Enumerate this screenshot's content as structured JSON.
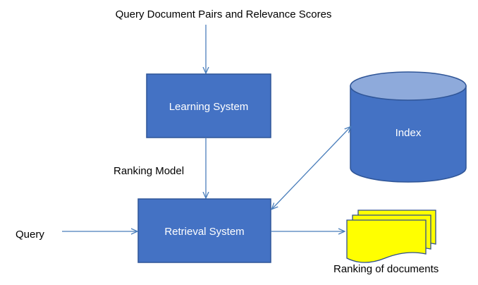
{
  "diagram": {
    "top_input_label": "Query Document Pairs and Relevance Scores",
    "learning_system_label": "Learning System",
    "ranking_model_label": "Ranking Model",
    "retrieval_system_label": "Retrieval System",
    "query_label": "Query",
    "index_label": "Index",
    "output_label": "Ranking of documents"
  },
  "colors": {
    "box_fill": "#4472C4",
    "box_stroke": "#2F5597",
    "arrow": "#4A7EBB",
    "cylinder_top": "#8EAADB",
    "documents_fill": "#FFFF00",
    "documents_stroke": "#2E4E8E"
  }
}
